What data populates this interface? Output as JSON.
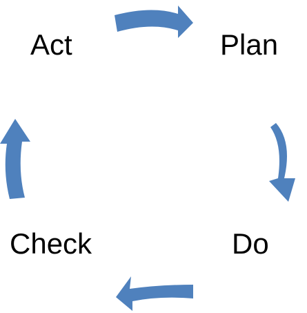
{
  "diagram": {
    "stages": {
      "act": "Act",
      "plan": "Plan",
      "do": "Do",
      "check": "Check"
    },
    "arrow_color": "#4F81BD",
    "arrow_icon": "curved-arrow-icon"
  }
}
